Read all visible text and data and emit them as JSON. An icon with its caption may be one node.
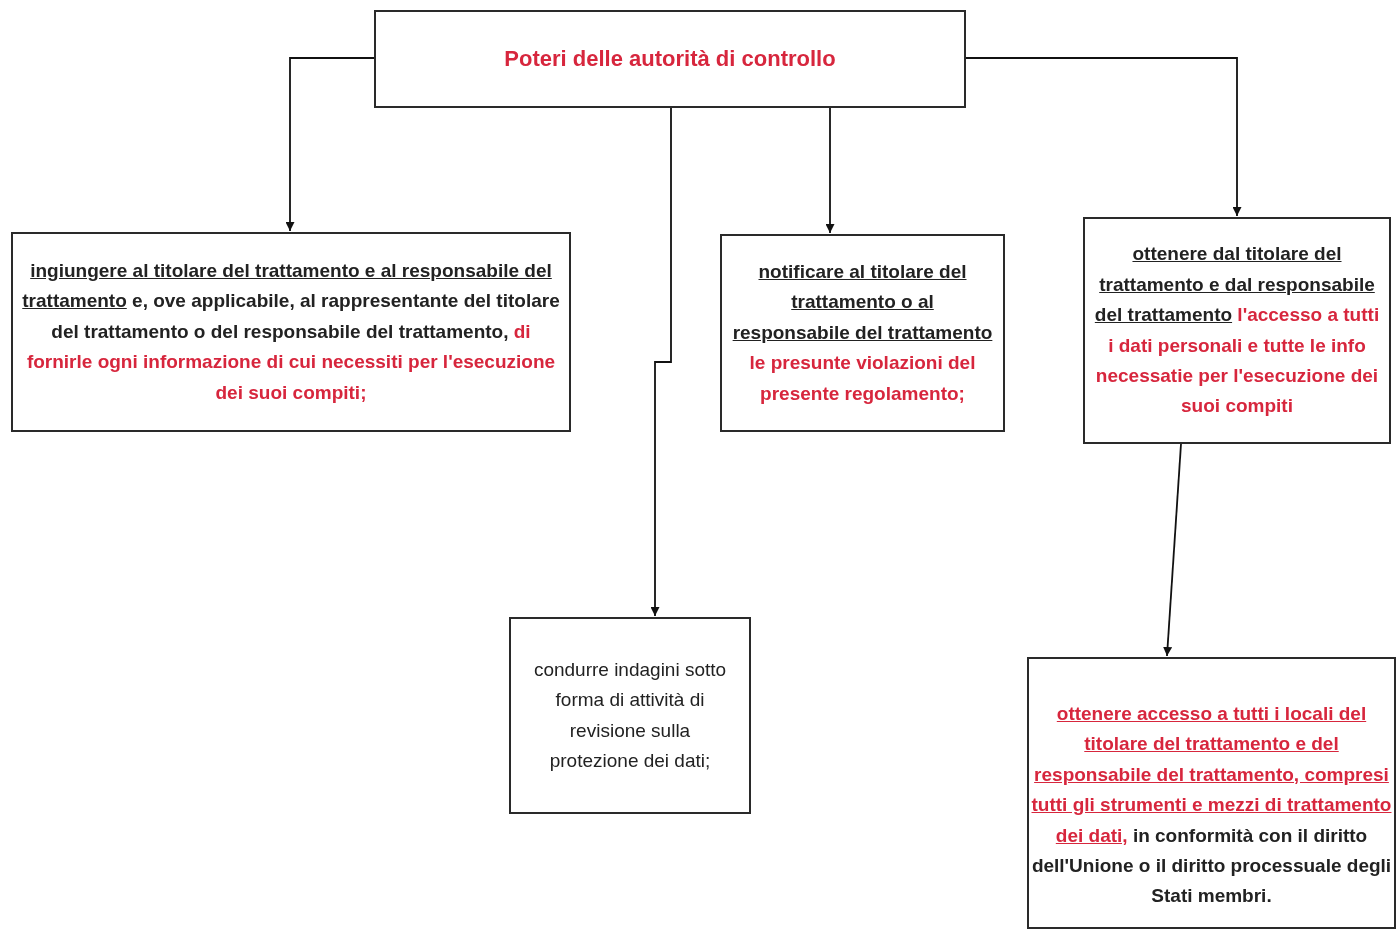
{
  "diagram": {
    "nodes": [
      {
        "text": [
          "Poteri delle autorità di controllo"
        ]
      },
      {
        "text": [
          "ingiungere al titolare del trattamento e al responsabile del trattamento",
          "e, ove applicabile, al rappresentante del titolare del trattamento o del responsabile del trattamento,",
          "di fornirle ogni informazione di cui necessiti per l'esecuzione dei suoi compiti;"
        ]
      },
      {
        "text": [
          "notificare al titolare del trattamento o al responsabile del trattamento",
          "le presunte violazioni del presente regolamento;"
        ]
      },
      {
        "text": [
          "ottenere dal titolare del trattamento e dal responsabile del trattamento",
          "l'accesso a tutti i dati personali e tutte le info necessatie per l'esecuzione dei suoi compiti"
        ]
      },
      {
        "text": [
          "condurre indagini sotto forma di attività di revisione sulla protezione dei dati;"
        ]
      },
      {
        "text": [
          "ottenere accesso a tutti i locali del titolare del trattamento e del responsabile del trattamento, compresi tutti gli strumenti e mezzi di trattamento dei dati,",
          "in conformità con il diritto dell'Unione o il diritto processuale degli Stati membri."
        ]
      }
    ],
    "edges": [
      {
        "from": 0,
        "to": 1,
        "arrow": "to"
      },
      {
        "from": 0,
        "to": 4,
        "arrow": "to"
      },
      {
        "from": 0,
        "to": 2,
        "arrow": "to"
      },
      {
        "from": 0,
        "to": 3,
        "arrow": "to"
      },
      {
        "from": 3,
        "to": 5,
        "arrow": "to"
      }
    ]
  }
}
